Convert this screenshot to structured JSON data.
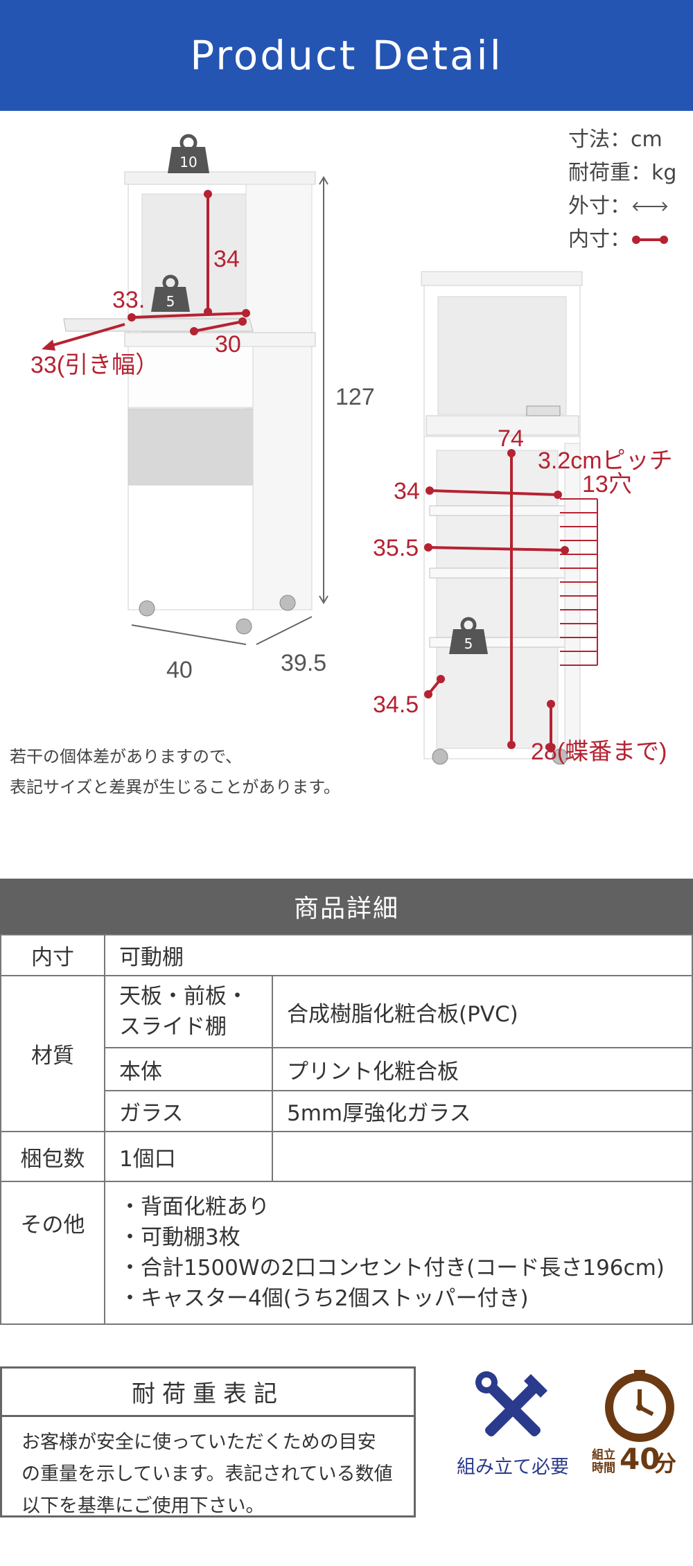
{
  "header": {
    "title": "Product Detail"
  },
  "legend": {
    "unit": "寸法：cm",
    "load": "耐荷重：kg",
    "outer": "外寸：",
    "inner": "内寸："
  },
  "weights": {
    "top": "10",
    "slide": "5",
    "shelf": "5"
  },
  "dims_left": {
    "inner_top": "34",
    "slide_depth": "33.",
    "slide_width": "30",
    "slide_pull": "33(引き幅）",
    "height": "127",
    "width": "40",
    "depth": "39.5"
  },
  "dims_right": {
    "inner_h": "74",
    "pitch": "3.2cmピッチ",
    "holes": "13穴",
    "shelf_w1": "34",
    "shelf_w2": "35.5",
    "bottom_w": "34.5",
    "hinge": "28(蝶番まで)"
  },
  "note": {
    "line1": "若干の個体差がありますので、",
    "line2": "表記サイズと差異が生じることがあります。"
  },
  "spec": {
    "title": "商品詳細",
    "inner_label": "内寸",
    "inner_value": "可動棚",
    "material_label": "材質",
    "mat_top_sub": "天板・前板・スライド棚",
    "mat_top_val": "合成樹脂化粧合板(PVC)",
    "mat_body_sub": "本体",
    "mat_body_val": "プリント化粧合板",
    "mat_glass_sub": "ガラス",
    "mat_glass_val": "5mm厚強化ガラス",
    "pack_label": "梱包数",
    "pack_value": "1個口",
    "other_label": "その他",
    "other_items": [
      "・背面化粧あり",
      "・可動棚3枚",
      "・合計1500Wの2口コンセント付き(コード長さ196cm)",
      "・キャスター4個(うち2個ストッパー付き)"
    ]
  },
  "load_box": {
    "title": "耐荷重表記",
    "body": "お客様が安全に使っていただくための目安の重量を示しています。表記されている数値以下を基準にご使用下さい。"
  },
  "assembly": {
    "caption": "組み立て必要",
    "time_label_1": "組立",
    "time_label_2": "時間",
    "time_value": "40",
    "time_unit": "分"
  },
  "colors": {
    "header": "#2455b3",
    "dim_red": "#b52231",
    "spec_title": "#616161",
    "assembly": "#2a3a8c",
    "time": "#6b3a12"
  }
}
